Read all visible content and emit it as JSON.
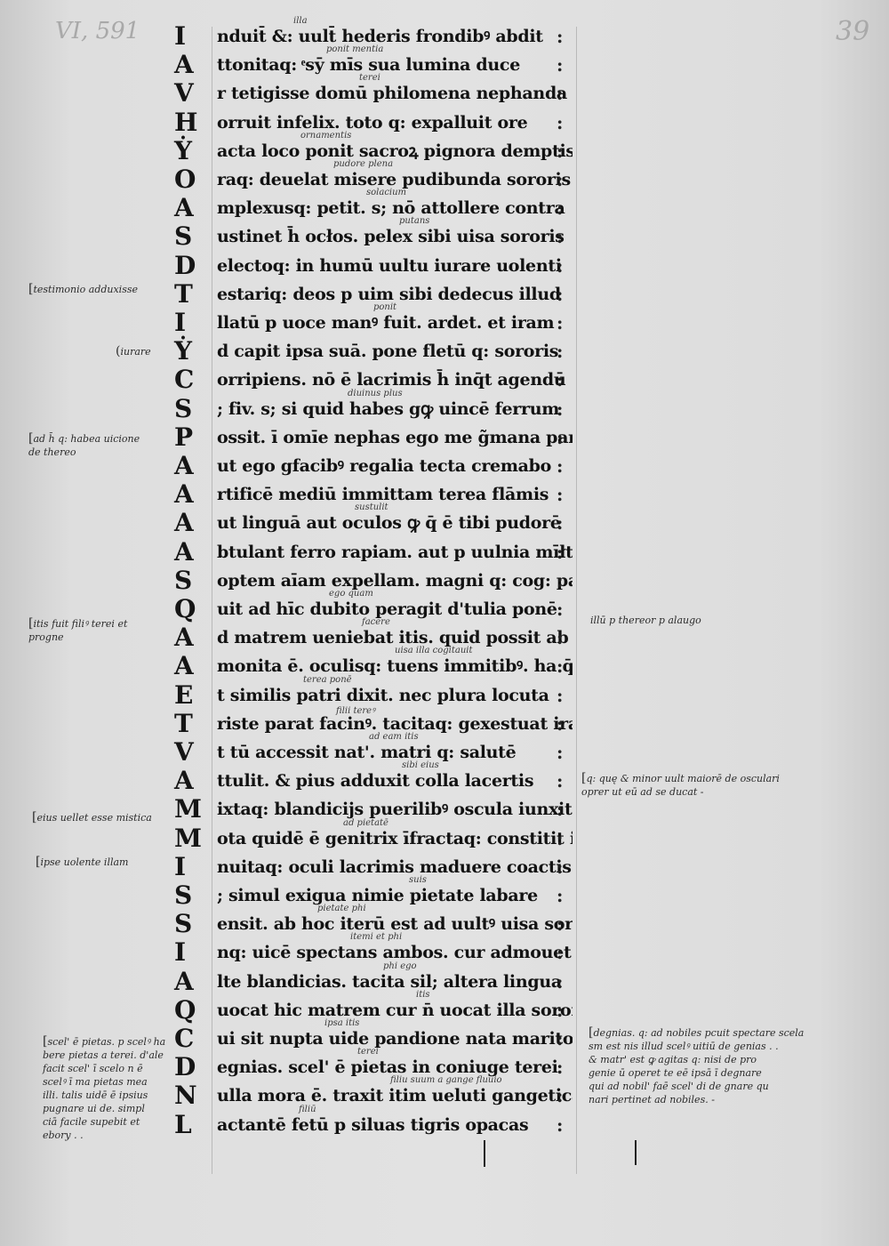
{
  "folio": {
    "left": "VI, 591",
    "right": "39"
  },
  "main_lines": [
    {
      "initial": "I",
      "text": "nduit̄ &: uult̄ hederis frondibꝰ abdit",
      "gloss": "illa"
    },
    {
      "initial": "A",
      "text": "ttonitaq: ͤsȳ mīs sua lumina duce",
      "gloss": "ponit  mentia"
    },
    {
      "initial": "V",
      "text": "r tetigisse domū philomena nephanda",
      "gloss": "terei"
    },
    {
      "initial": "H",
      "text": "orruit infelix. toto q: expalluit   ore",
      "gloss": ""
    },
    {
      "initial": "Ẏ",
      "text": "acta loco ponit sacroꝝ pignora demptis",
      "gloss": "ornamentis"
    },
    {
      "initial": "O",
      "text": "raq: deuelat misere pudibunda sororis",
      "gloss": "pudore plena"
    },
    {
      "initial": "A",
      "text": "mplexusq: petit. s; nō attollere contra",
      "gloss": "solacium"
    },
    {
      "initial": "S",
      "text": "ustinet h̄ ocłos. pelex sibi uisa sororis",
      "gloss": "putans"
    },
    {
      "initial": "D",
      "text": "electoq: in humū uultu iurare uolenti",
      "gloss": ""
    },
    {
      "initial": "T",
      "text": "estariq: deos p uim sibi dedecus illud",
      "gloss": ""
    },
    {
      "initial": "I",
      "text": "llatū p uoce manꝰ fuit. ardet. et iram",
      "gloss": "ponit"
    },
    {
      "initial": "Ẏ",
      "text": "d capit ipsa suā. pone fletū q: sororis",
      "gloss": ""
    },
    {
      "initial": "C",
      "text": "orripiens. nō ē lacrimis h̄ inq̄t agendū",
      "gloss": ""
    },
    {
      "initial": "S",
      "text": "; fiv. s; si quid habes gꝙ uincē ferrum",
      "gloss": "diuinus plus"
    },
    {
      "initial": "P",
      "text": "ossit. ī omīe nephas ego me g̃mana paraui",
      "gloss": ""
    },
    {
      "initial": "A",
      "text": "ut ego gfacibꝰ regalia tecta cremabo",
      "gloss": ""
    },
    {
      "initial": "A",
      "text": "rtificē mediū immittam terea flāmis",
      "gloss": ""
    },
    {
      "initial": "A",
      "text": "ut linguā aut oculos ꝙ q̄ ē tibi pudorē",
      "gloss": "sustulit"
    },
    {
      "initial": "A",
      "text": "btulant ferro rapiam. aut p uulnia mīłta",
      "gloss": ""
    },
    {
      "initial": "S",
      "text": "optem aīam expellam. magni q: cog: parui",
      "gloss": ""
    },
    {
      "initial": "Q",
      "text": "uit ad hīc dubito peragit d'tulia ponē",
      "gloss": "ego quam"
    },
    {
      "initial": "A",
      "text": "d matrem ueniebat itis. quid possit ab illo",
      "gloss": "facere"
    },
    {
      "initial": "A",
      "text": "monita ē. oculisq: tuens immitibꝰ. ha q̄",
      "gloss": "uisa illa  cogitauit"
    },
    {
      "initial": "E",
      "text": "t similis patri dixit. nec plura locuta",
      "gloss": "terea  ponē"
    },
    {
      "initial": "T",
      "text": "riste parat facinꝰ. tacitaq: gexestuat ira",
      "gloss": "filii  tereꝰ"
    },
    {
      "initial": "V",
      "text": "t tū accessit nat'. matri q: salutē",
      "gloss": "ad eam  itis"
    },
    {
      "initial": "A",
      "text": "ttulit. & pius adduxit colla lacertis",
      "gloss": "sibi  eius"
    },
    {
      "initial": "M",
      "text": "ixtaq: blandicijs puerilibꝰ oscula iunxit",
      "gloss": ""
    },
    {
      "initial": "M",
      "text": "ota quidē ē genitrix īfractaq: constitit ira",
      "gloss": "ad pietatē"
    },
    {
      "initial": "I",
      "text": "nuitaq: oculi lacrimis maduere coactis",
      "gloss": ""
    },
    {
      "initial": "S",
      "text": "; simul exigua nimie pietate labare",
      "gloss": "suis"
    },
    {
      "initial": "S",
      "text": "ensit. ab hoc iterū est ad uultꝰ uisa sororis",
      "gloss": "pietate  phi"
    },
    {
      "initial": "I",
      "text": "nq: uicē spectans ambos. cur admouet inq̄t",
      "gloss": "itemi  et phi"
    },
    {
      "initial": "A",
      "text": "lte blandicias. tacita sil; altera lingua",
      "gloss": "phi  ego"
    },
    {
      "initial": "Q",
      "text": "uocat hic matrem cur n̄ uocat illa sororem",
      "gloss": "itis"
    },
    {
      "initial": "C",
      "text": "ui sit nupta uide pandione nata marito",
      "gloss": "ipsa  itis"
    },
    {
      "initial": "D",
      "text": "egnias. scel' ē pietas in coniuge terei",
      "gloss": "terei"
    },
    {
      "initial": "N",
      "text": "ulla mora ē. traxit itim ueluti gangetica cerue",
      "gloss": "filiu suum  a gange fluuio"
    },
    {
      "initial": "L",
      "text": "actantē fetū p siluas tigris opacas",
      "gloss": "filiū"
    }
  ],
  "left_margin": [
    {
      "lines": [
        "testimonio adduxisse"
      ]
    },
    {
      "lines": [
        "iurare"
      ]
    },
    {
      "lines": [
        "ad h̄ q: habea uicione",
        "de thereo"
      ]
    },
    {
      "lines": [
        "itis fuit filiꝰ terei et",
        "progne"
      ]
    },
    {
      "lines": [
        "eius uellet esse mistica"
      ]
    },
    {
      "lines": [
        "ipse uolente illam"
      ]
    },
    {
      "lines": [
        "scel' ē pietas. p scelꝰ ha",
        "bere pietas a terei. d'ale",
        "facit scel' ī scelo n ē",
        "scelꝰ ī ma pietas mea",
        "illi. talis uidē ē ipsius",
        "pugnare ui de. simpl",
        "ciā facile supebit et",
        "ebory  . ."
      ]
    }
  ],
  "right_margin": [
    {
      "lines": [
        "illū p thereor p alaugo"
      ]
    },
    {
      "lines": [
        "q: quę & minor uult maiorē de osculari",
        "oprer ut eū ad se ducat  -"
      ]
    },
    {
      "lines": [
        "degnias. q: ad nobiles pcuit spectare scela",
        "sm est nis illud scelꝰ uitiū de genias . .",
        "& matr' est ꝙ agitas q: nisi de pro",
        "genie ū operet te eē ipsā ī degnare",
        "qui ad nobil' faē scel' di de gnare qu",
        "nari pertinet ad nobiles. -"
      ]
    }
  ]
}
